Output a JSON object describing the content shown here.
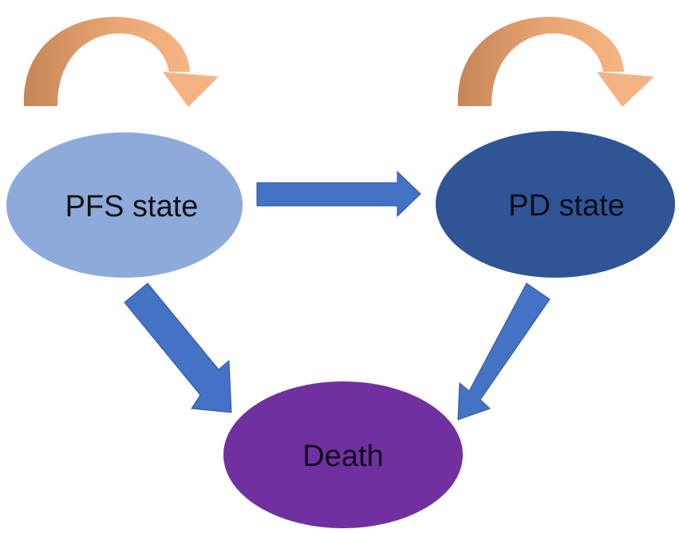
{
  "diagram": {
    "nodes": {
      "pfs": {
        "label": "PFS state",
        "color": "#8eaadb"
      },
      "pd": {
        "label": "PD state",
        "color": "#2f5597"
      },
      "death": {
        "label": "Death",
        "color": "#7030a0"
      }
    },
    "arrow_color": "#4472c4",
    "self_loop_colors": {
      "start": "#c9875a",
      "end": "#f4b183"
    }
  }
}
